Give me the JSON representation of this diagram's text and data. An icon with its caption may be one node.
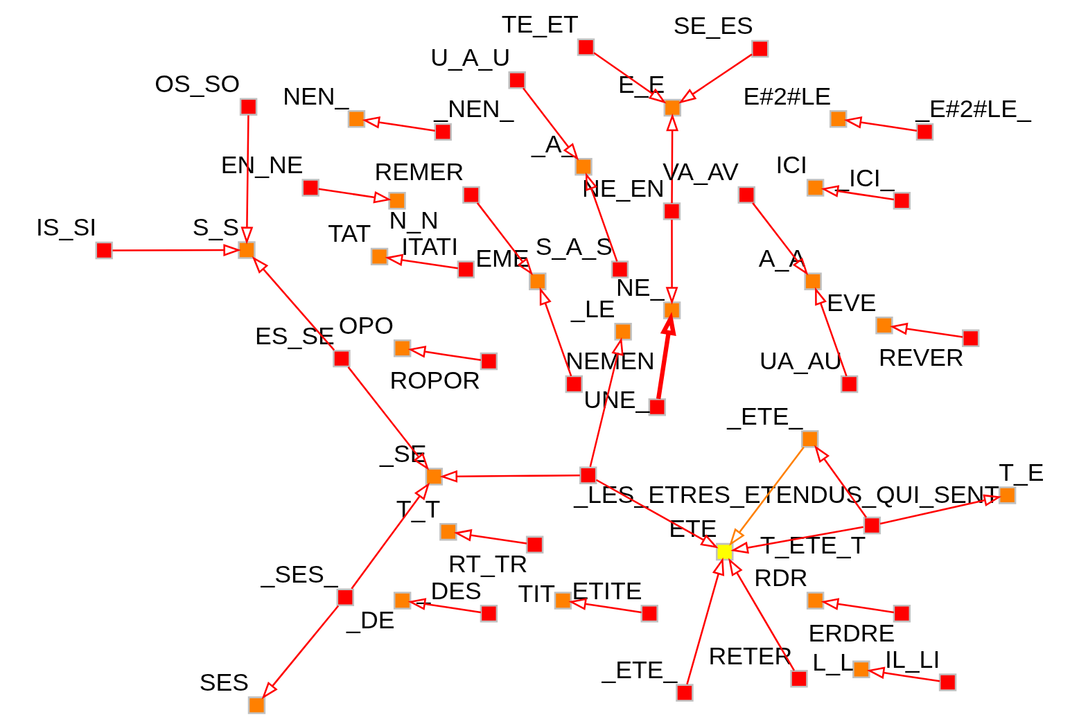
{
  "diagram": {
    "nodes": [
      {
        "text": [
          "T_T"
        ]
      },
      {
        "text": [
          "RT_TR"
        ]
      },
      {
        "text": [
          "OPO"
        ]
      },
      {
        "text": [
          "ROPOR"
        ]
      },
      {
        "text": [
          "TAT"
        ]
      },
      {
        "text": [
          "ITATI"
        ]
      },
      {
        "text": [
          "RDR"
        ]
      },
      {
        "text": [
          "ERDRE"
        ]
      },
      {
        "text": [
          "ICI"
        ]
      },
      {
        "text": [
          "_ICI_"
        ]
      },
      {
        "text": [
          "REMER"
        ]
      },
      {
        "text": [
          "EME"
        ]
      },
      {
        "text": [
          "NEMEN"
        ]
      },
      {
        "text": [
          "_DE"
        ]
      },
      {
        "text": [
          "_DES"
        ]
      },
      {
        "text": [
          "TIT"
        ]
      },
      {
        "text": [
          "ETITE"
        ]
      },
      {
        "text": [
          "E#2#LE"
        ]
      },
      {
        "text": [
          "_E#2#LE_"
        ]
      },
      {
        "text": [
          "UNE_"
        ]
      },
      {
        "text": [
          "NE_"
        ]
      },
      {
        "text": [
          "NE_EN"
        ]
      },
      {
        "text": [
          "E_E"
        ]
      },
      {
        "text": [
          "SE_ES"
        ]
      },
      {
        "text": [
          "TE_ET"
        ]
      },
      {
        "text": [
          "NEN_"
        ]
      },
      {
        "text": [
          "_NEN_"
        ]
      },
      {
        "text": [
          "EN_NE"
        ]
      },
      {
        "text": [
          "N_N"
        ]
      },
      {
        "text": [
          "L_L"
        ]
      },
      {
        "text": [
          "IL_LI"
        ]
      },
      {
        "text": [
          "EVE"
        ]
      },
      {
        "text": [
          "REVER"
        ]
      },
      {
        "text": [
          "U_A_U"
        ]
      },
      {
        "text": [
          "_A_"
        ]
      },
      {
        "text": [
          "S_A_S"
        ]
      },
      {
        "text": [
          "SES"
        ]
      },
      {
        "text": [
          "_SES_"
        ]
      },
      {
        "text": [
          "IS_SI"
        ]
      },
      {
        "text": [
          "S_S"
        ]
      },
      {
        "text": [
          "OS_SO"
        ]
      },
      {
        "text": [
          "ES_SE"
        ]
      },
      {
        "text": [
          "_SE"
        ]
      },
      {
        "text": [
          "RETER"
        ]
      },
      {
        "text": [
          "_ETE_"
        ]
      },
      {
        "text": [
          "ETE"
        ]
      },
      {
        "text": [
          "_LES_ETRES_ETENDUS_QUI_SENT"
        ]
      },
      {
        "text": [
          "_LE"
        ]
      },
      {
        "text": [
          "T_E"
        ]
      },
      {
        "text": [
          "T_ETE_T"
        ]
      },
      {
        "text": [
          "_ETE_"
        ]
      },
      {
        "text": [
          "VA_AV"
        ]
      },
      {
        "text": [
          "A_A"
        ]
      },
      {
        "text": [
          "UA_AU"
        ]
      }
    ],
    "edges": [
      {
        "from": 1,
        "to": 0,
        "arrow": "to"
      },
      {
        "from": 3,
        "to": 2,
        "arrow": "to"
      },
      {
        "from": 5,
        "to": 4,
        "arrow": "to"
      },
      {
        "from": 7,
        "to": 6,
        "arrow": "to"
      },
      {
        "from": 9,
        "to": 8,
        "arrow": "to"
      },
      {
        "from": 10,
        "to": 11,
        "arrow": "to"
      },
      {
        "from": 12,
        "to": 11,
        "arrow": "to"
      },
      {
        "from": 14,
        "to": 13,
        "arrow": "to"
      },
      {
        "from": 16,
        "to": 15,
        "arrow": "to"
      },
      {
        "from": 18,
        "to": 17,
        "arrow": "to"
      },
      {
        "from": 19,
        "to": 20,
        "arrow": "to",
        "style": "thick"
      },
      {
        "from": 21,
        "to": 20,
        "arrow": "to"
      },
      {
        "from": 21,
        "to": 22,
        "arrow": "to"
      },
      {
        "from": 23,
        "to": 22,
        "arrow": "to"
      },
      {
        "from": 24,
        "to": 22,
        "arrow": "to"
      },
      {
        "from": 26,
        "to": 25,
        "arrow": "to"
      },
      {
        "from": 27,
        "to": 28,
        "arrow": "to"
      },
      {
        "from": 30,
        "to": 29,
        "arrow": "to"
      },
      {
        "from": 32,
        "to": 31,
        "arrow": "to"
      },
      {
        "from": 33,
        "to": 34,
        "arrow": "to"
      },
      {
        "from": 35,
        "to": 34,
        "arrow": "to"
      },
      {
        "from": 37,
        "to": 36,
        "arrow": "to"
      },
      {
        "from": 38,
        "to": 39,
        "arrow": "to"
      },
      {
        "from": 40,
        "to": 39,
        "arrow": "to"
      },
      {
        "from": 41,
        "to": 39,
        "arrow": "to"
      },
      {
        "from": 41,
        "to": 42,
        "arrow": "to"
      },
      {
        "from": 37,
        "to": 42,
        "arrow": "to"
      },
      {
        "from": 43,
        "to": 45,
        "arrow": "to"
      },
      {
        "from": 44,
        "to": 45,
        "arrow": "to"
      },
      {
        "from": 46,
        "to": 45,
        "arrow": "to"
      },
      {
        "from": 46,
        "to": 42,
        "arrow": "to"
      },
      {
        "from": 46,
        "to": 47,
        "arrow": "to"
      },
      {
        "from": 49,
        "to": 48,
        "arrow": "to"
      },
      {
        "from": 49,
        "to": 45,
        "arrow": "to"
      },
      {
        "from": 49,
        "to": 50,
        "arrow": "to"
      },
      {
        "from": 50,
        "to": 45,
        "arrow": "to",
        "color": "#ff8000"
      },
      {
        "from": 51,
        "to": 52,
        "arrow": "to"
      },
      {
        "from": 53,
        "to": 52,
        "arrow": "to"
      }
    ]
  }
}
